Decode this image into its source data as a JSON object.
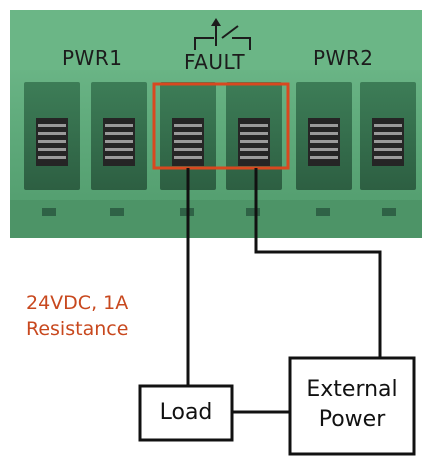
{
  "terminal_block": {
    "labels": {
      "pwr1": "PWR1",
      "fault": "FAULT",
      "pwr2": "PWR2"
    },
    "body_color": "#5fae7c",
    "highlight_color": "#d9481f"
  },
  "rating": {
    "line1": "24VDC, 1A",
    "line2": "Resistance",
    "color": "#c8481e"
  },
  "boxes": {
    "load": "Load",
    "external_power_line1": "External",
    "external_power_line2": "Power"
  }
}
